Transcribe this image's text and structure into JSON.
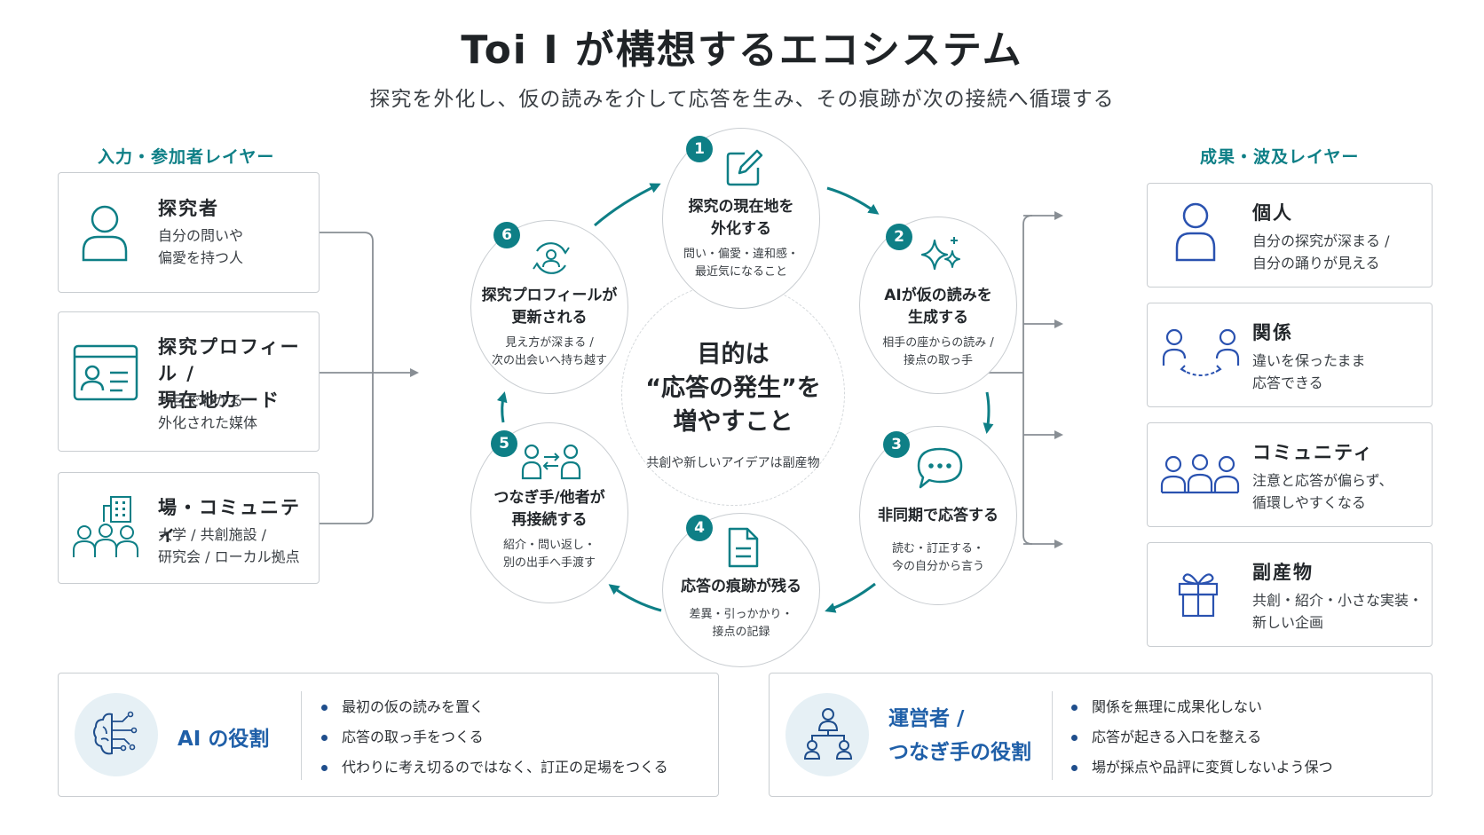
{
  "title": "Toi I が構想するエコシステム",
  "subtitle": "探究を外化し、仮の読みを介して応答を生み、その痕跡が次の接続へ循環する",
  "colors": {
    "accent": "#0e7f86",
    "blue": "#2a52b0",
    "navy": "#1f4e8c"
  },
  "input_layer": {
    "label": "入力・参加者レイヤー",
    "cards": [
      {
        "icon": "person-icon",
        "title": "探究者",
        "desc": [
          "自分の問いや",
          "偏愛を持つ人"
        ]
      },
      {
        "icon": "id-card-icon",
        "title": [
          "探究プロフィール /",
          "現在地カード"
        ],
        "desc": [
          "一目でわかる",
          "外化された媒体"
        ]
      },
      {
        "icon": "community-building-icon",
        "title": "場・コミュニティ",
        "desc": [
          "大学 / 共創施設 /",
          "研究会 / ローカル拠点"
        ]
      }
    ]
  },
  "cycle": {
    "center": {
      "lines": [
        "目的は",
        "“応答の発生”を",
        "増やすこと"
      ],
      "note": "共創や新しいアイデアは副産物"
    },
    "steps": [
      {
        "num": "1",
        "icon": "pencil-edit-icon",
        "title": [
          "探究の現在地を",
          "外化する"
        ],
        "desc": [
          "問い・偏愛・違和感・",
          "最近気になること"
        ]
      },
      {
        "num": "2",
        "icon": "sparkle-icon",
        "title": [
          "AIが仮の読みを",
          "生成する"
        ],
        "desc": [
          "相手の座からの読み /",
          "接点の取っ手"
        ]
      },
      {
        "num": "3",
        "icon": "chat-bubble-icon",
        "title": [
          "非同期で応答する"
        ],
        "desc": [
          "読む・訂正する・",
          "今の自分から言う"
        ]
      },
      {
        "num": "4",
        "icon": "document-icon",
        "title": [
          "応答の痕跡が残る"
        ],
        "desc": [
          "差異・引っかかり・",
          "接点の記録"
        ]
      },
      {
        "num": "5",
        "icon": "exchange-people-icon",
        "title": [
          "つなぎ手/他者が",
          "再接続する"
        ],
        "desc": [
          "紹介・問い返し・",
          "別の出手へ手渡す"
        ]
      },
      {
        "num": "6",
        "icon": "refresh-user-icon",
        "title": [
          "探究プロフィールが",
          "更新される"
        ],
        "desc": [
          "見え方が深まる /",
          "次の出会いへ持ち越す"
        ]
      }
    ]
  },
  "output_layer": {
    "label": "成果・波及レイヤー",
    "cards": [
      {
        "icon": "individual-icon",
        "title": "個人",
        "desc": [
          "自分の探究が深まる /",
          "自分の踊りが見える"
        ]
      },
      {
        "icon": "relationship-icon",
        "title": "関係",
        "desc": [
          "違いを保ったまま",
          "応答できる"
        ]
      },
      {
        "icon": "community-group-icon",
        "title": "コミュニティ",
        "desc": [
          "注意と応答が偏らず、",
          "循環しやすくなる"
        ]
      },
      {
        "icon": "gift-icon",
        "title": "副産物",
        "desc": [
          "共創・紹介・小さな実装・",
          "新しい企画"
        ]
      }
    ]
  },
  "roles": [
    {
      "icon": "ai-brain-icon",
      "title": [
        "AI の役割"
      ],
      "items": [
        "最初の仮の読みを置く",
        "応答の取っ手をつくる",
        "代わりに考え切るのではなく、訂正の足場をつくる"
      ]
    },
    {
      "icon": "hierarchy-people-icon",
      "title": [
        "運営者 /",
        "つなぎ手の役割"
      ],
      "items": [
        "関係を無理に成果化しない",
        "応答が起きる入口を整える",
        "場が採点や品評に変質しないよう保つ"
      ]
    }
  ]
}
